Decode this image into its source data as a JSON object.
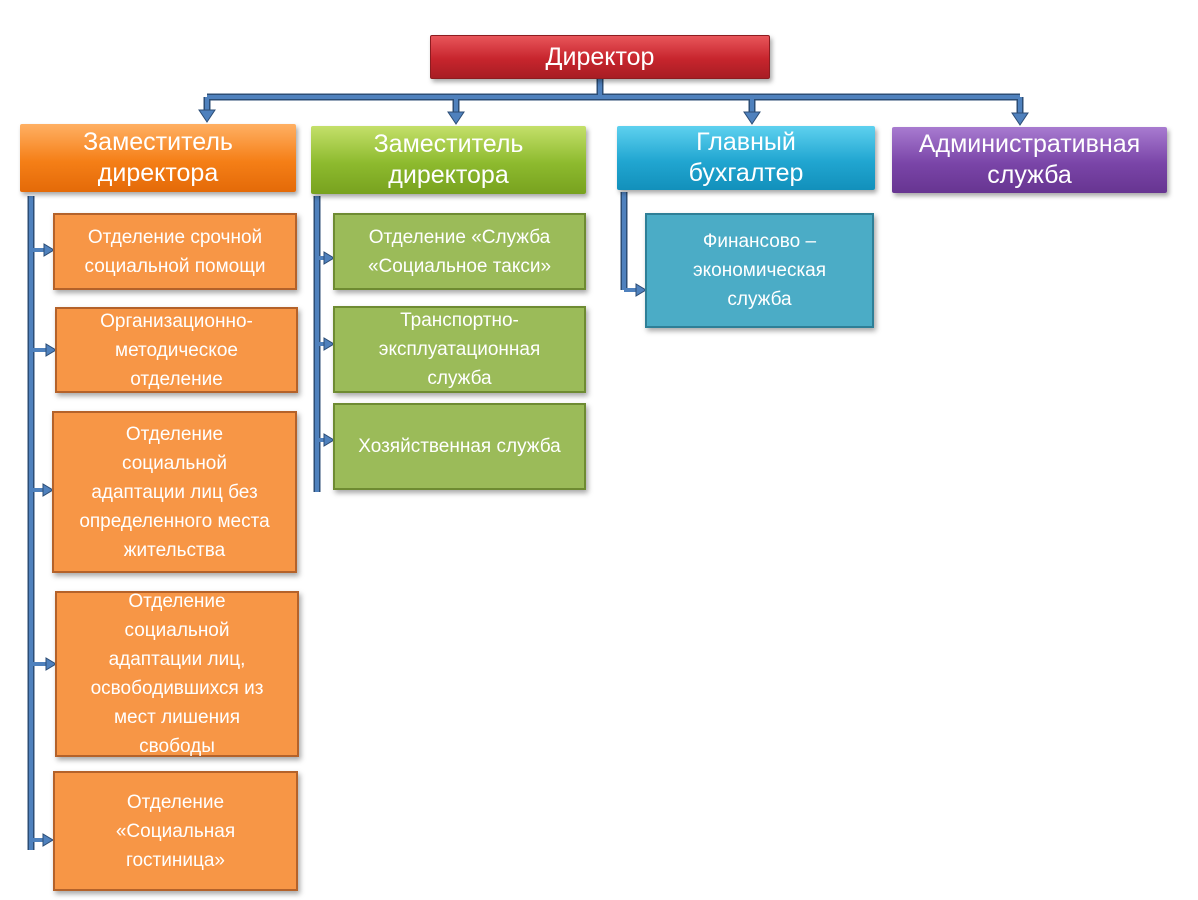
{
  "director": "Директор",
  "departments": [
    {
      "title": "Заместитель\nдиректора",
      "units": [
        "Отделение срочной\nсоциальной помощи",
        "Организационно-\nметодическое\nотделение",
        "Отделение\nсоциальной\nадаптации лиц без\nопределенного места\nжительства",
        "Отделение\nсоциальной\nадаптации лиц,\nосвободившихся из\nмест лишения\nсвободы",
        "Отделение\n«Социальная\nгостиница»"
      ]
    },
    {
      "title": "Заместитель\nдиректора",
      "units": [
        "Отделение «Служба\n«Социальное такси»",
        "Транспортно-\nэксплуатационная\nслужба",
        "Хозяйственная служба"
      ]
    },
    {
      "title": "Главный\nбухгалтер",
      "units": [
        "Финансово –\nэкономическая\nслужба"
      ]
    },
    {
      "title": "Административная\nслужба",
      "units": []
    }
  ],
  "colors": {
    "connector": "#4f81bd",
    "connector_outline": "#2c4d75",
    "orange": "#f79646",
    "green": "#9bbb59",
    "teal": "#4bacc6",
    "purple": "#7a45a8",
    "red": "#c7252d"
  }
}
